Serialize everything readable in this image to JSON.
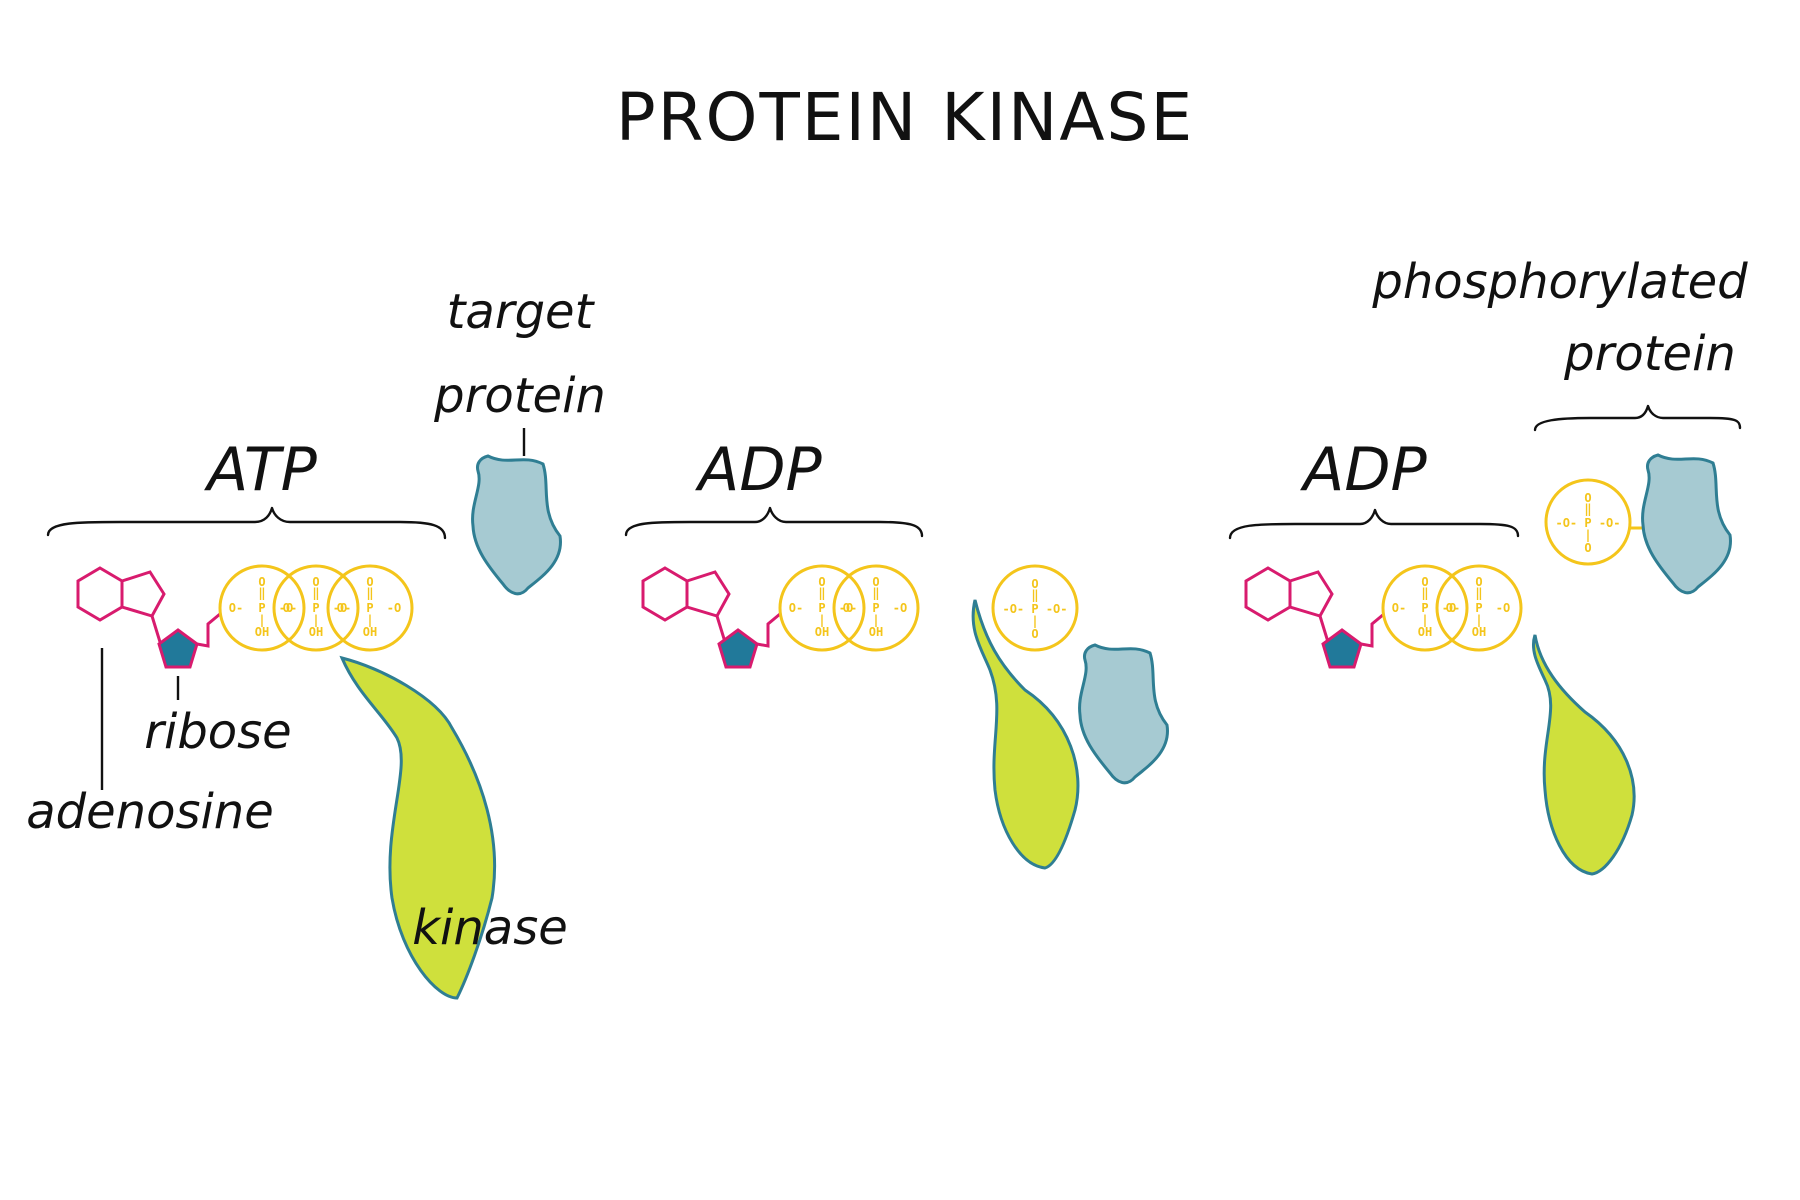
{
  "title": "PROTEIN KINASE",
  "labels": {
    "atp": "ATP",
    "adp_1": "ADP",
    "adp_2": "ADP",
    "target_line1": "target",
    "target_line2": "protein",
    "phos_line1": "phosphorylated",
    "phos_line2": "protein",
    "ribose": "ribose",
    "adenosine": "adenosine",
    "kinase": "kinase"
  },
  "chem": {
    "o": "O",
    "p": "P",
    "oh": "OH",
    "dash": "-"
  },
  "colors": {
    "adenosine": "#d81b6e",
    "ribose_fill": "#21799a",
    "phosphate": "#f4c51b",
    "kinase_fill": "#cfe03c",
    "kinase_stroke": "#2f7e93",
    "protein_fill": "#a6cad2",
    "protein_stroke": "#2f7e93"
  }
}
